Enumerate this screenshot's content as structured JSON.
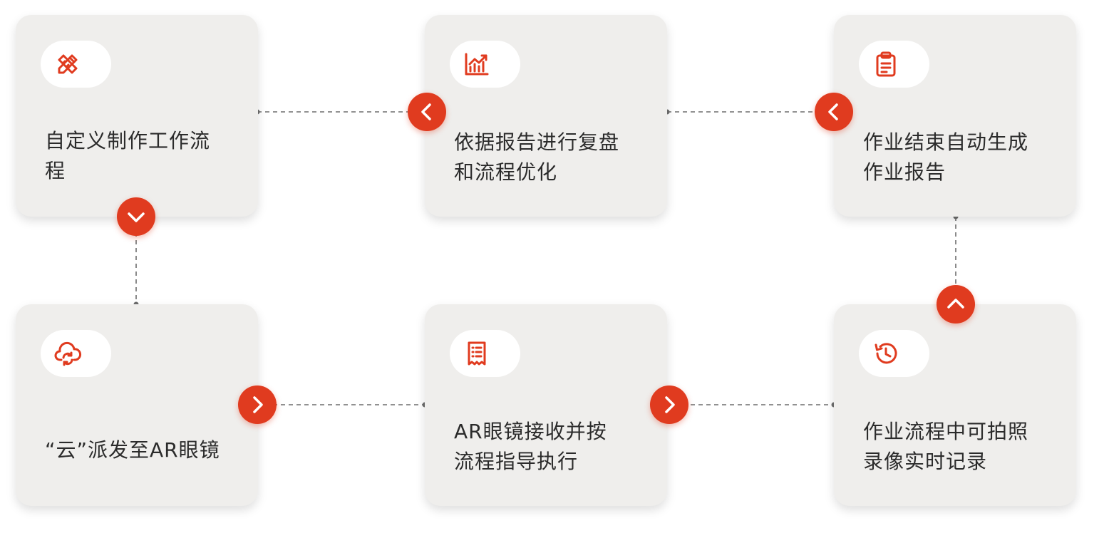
{
  "accent_color": "#e03b1f",
  "steps": [
    {
      "id": "step-1",
      "text": "自定义制作工作流\n程",
      "icon": "pencil-ruler-icon"
    },
    {
      "id": "step-2",
      "text": "“云”派发至AR眼镜",
      "icon": "cloud-sync-icon"
    },
    {
      "id": "step-3",
      "text": "AR眼镜接收并按\n流程指导执行",
      "icon": "receipt-list-icon"
    },
    {
      "id": "step-4",
      "text": "作业流程中可拍照\n录像实时记录",
      "icon": "history-clock-icon"
    },
    {
      "id": "step-5",
      "text": "作业结束自动生成\n作业报告",
      "icon": "clipboard-icon"
    },
    {
      "id": "step-6",
      "text": "依据报告进行复盘\n和流程优化",
      "icon": "bar-chart-trend-icon"
    }
  ]
}
